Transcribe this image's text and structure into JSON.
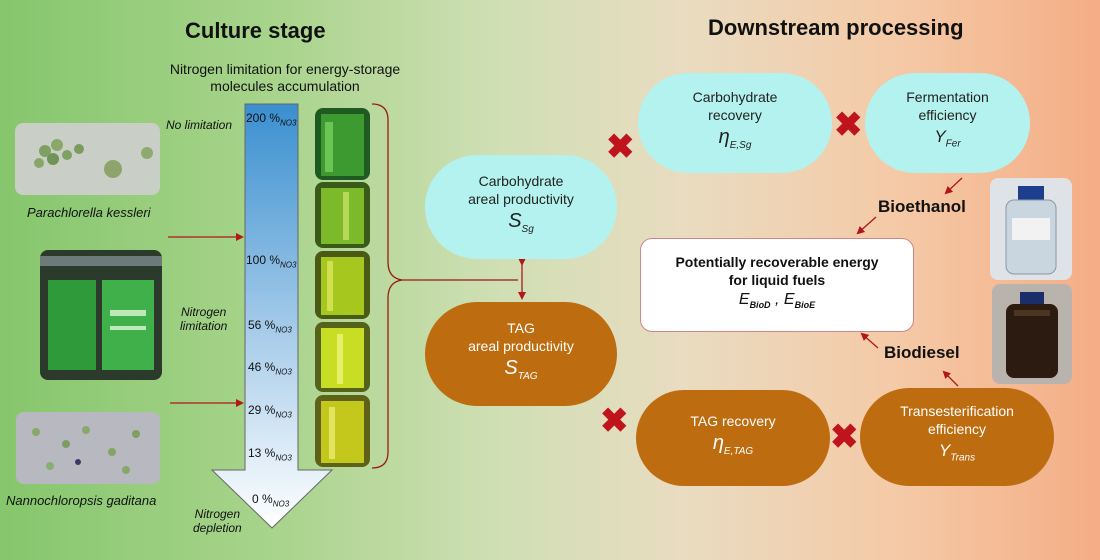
{
  "titles": {
    "culture": "Culture stage",
    "downstream": "Downstream processing"
  },
  "nitrogen_caption": {
    "line1": "Nitrogen limitation for energy-storage",
    "line2": "molecules accumulation"
  },
  "species": {
    "top": "Parachlorella kessleri",
    "bottom": "Nannochloropsis gaditana"
  },
  "side_labels": {
    "no_limitation": "No limitation",
    "limitation_line1": "Nitrogen",
    "limitation_line2": "limitation",
    "depletion_line1": "Nitrogen",
    "depletion_line2": "depletion"
  },
  "levels": [
    {
      "value": "200 %",
      "sub": "NO3"
    },
    {
      "value": "100 %",
      "sub": "NO3"
    },
    {
      "value": "56 %",
      "sub": "NO3"
    },
    {
      "value": "46 %",
      "sub": "NO3"
    },
    {
      "value": "29 %",
      "sub": "NO3"
    },
    {
      "value": "13 %",
      "sub": "NO3"
    },
    {
      "value": "0 %",
      "sub": "NO3"
    }
  ],
  "nodes": {
    "carb_areal": {
      "line1": "Carbohydrate",
      "line2": "areal productivity",
      "sym": "S",
      "sub": "Sg"
    },
    "tag_areal": {
      "line1": "TAG",
      "line2": "areal productivity",
      "sym": "S",
      "sub": "TAG"
    },
    "carb_recovery": {
      "line1": "Carbohydrate",
      "line2": "recovery",
      "sym": "η",
      "sub": "E,Sg"
    },
    "ferm_eff": {
      "line1": "Fermentation",
      "line2": "efficiency",
      "sym": "Y",
      "sub": "Fer"
    },
    "tag_recovery": {
      "line1": "TAG recovery",
      "sym": "η",
      "sub": "E,TAG"
    },
    "trans_eff": {
      "line1": "Transesterification",
      "line2": "efficiency",
      "sym": "Y",
      "sub": "Trans"
    }
  },
  "center_box": {
    "line1": "Potentially recoverable energy",
    "line2": "for liquid fuels",
    "sym1": "E",
    "sub1": "BioD",
    "sep": " , ",
    "sym2": "E",
    "sub2": "BioE"
  },
  "products": {
    "bioethanol": "Bioethanol",
    "biodiesel": "Biodiesel"
  },
  "colors": {
    "cyan_node": "#b3f2ee",
    "brown_node": "#bd6c10",
    "cross": "#c0141c",
    "arrow_red": "#b01818"
  },
  "icons": {
    "cross": "cross-icon"
  }
}
